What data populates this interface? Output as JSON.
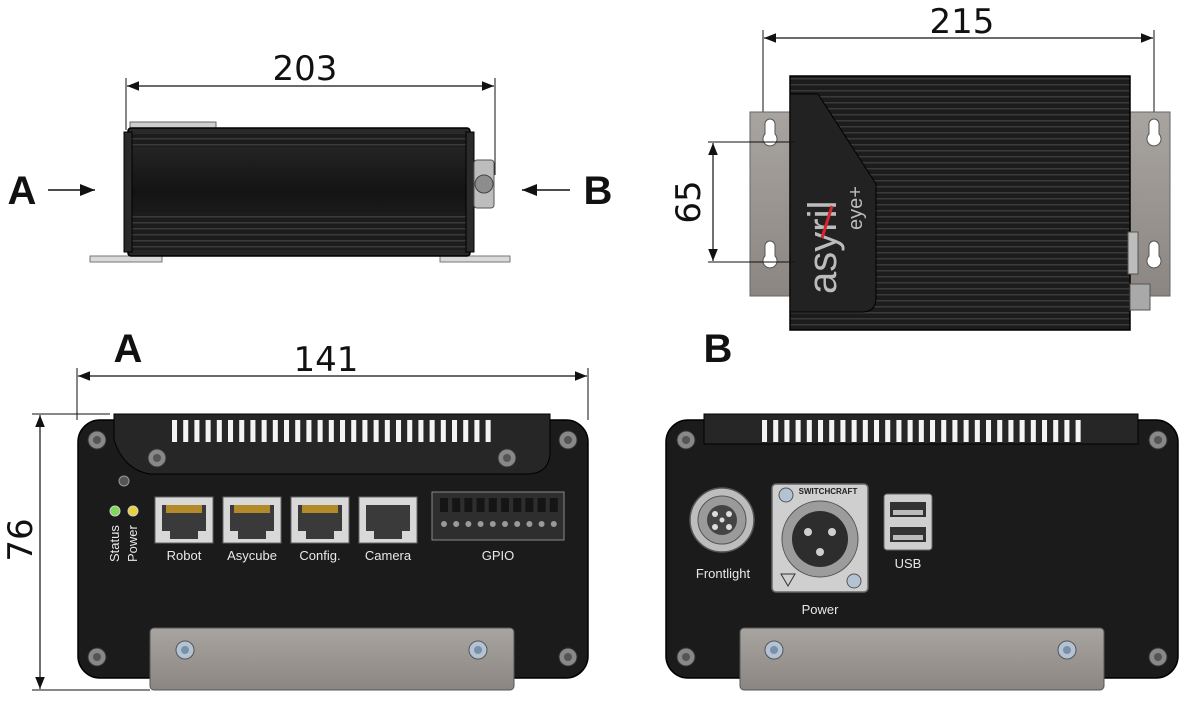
{
  "dimensions": {
    "side_length": "203",
    "top_length": "215",
    "top_hole_spacing": "65",
    "front_width": "141",
    "front_height": "76"
  },
  "view_markers": {
    "a": "A",
    "b": "B"
  },
  "brand": {
    "logo_text": "asyril",
    "product": "eye+"
  },
  "front_a_labels": {
    "status": "Status",
    "power": "Power",
    "robot": "Robot",
    "asycube": "Asycube",
    "config": "Config.",
    "camera": "Camera",
    "gpio": "GPIO"
  },
  "front_b_labels": {
    "frontlight": "Frontlight",
    "power": "Power",
    "usb": "USB",
    "switchcraft": "SWITCHCRAFT"
  },
  "colors": {
    "body": "#1b1b1b",
    "plate": "#9a9591",
    "led_green": "#7ed957",
    "led_yellow": "#e8d23a"
  }
}
